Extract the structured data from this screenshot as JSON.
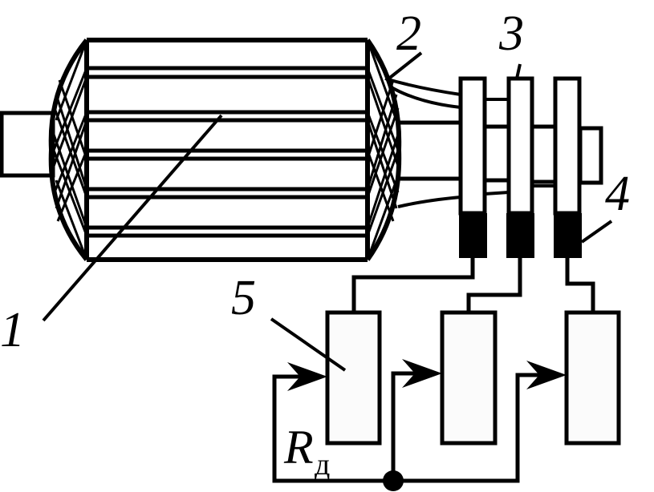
{
  "diagram": {
    "labels": {
      "rotor": "1",
      "winding": "2",
      "slip_rings": "3",
      "brushes": "4",
      "rheostat": "5"
    },
    "resistor_symbol": "R",
    "resistor_subscript": "д"
  },
  "colors": {
    "line": "#000000",
    "background": "#ffffff",
    "resistor_fill": "#fbfbfb"
  }
}
